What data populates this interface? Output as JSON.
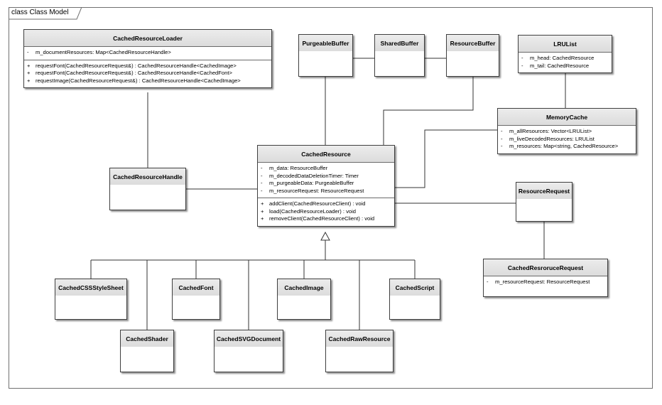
{
  "frame": {
    "title": "class Class Model"
  },
  "classes": {
    "loader": {
      "name": "CachedResourceLoader",
      "attributes": [
        {
          "vis": "-",
          "text": "m_documentResources:  Map<CachedResourceHandle>"
        }
      ],
      "operations": [
        {
          "vis": "+",
          "text": "requestFont(CachedResourceRequest&) : CachedResourceHandle<CachedImage>"
        },
        {
          "vis": "+",
          "text": "requestFont(CachedResourceRequest&) : CachedResourceHandle<CachedFont>"
        },
        {
          "vis": "+",
          "text": "requestImage(CachedResourceRequest&) : CachedResourceHandle<CachedImage>"
        }
      ]
    },
    "purgeable": {
      "name": "PurgeableBuffer"
    },
    "shared": {
      "name": "SharedBuffer"
    },
    "resbuffer": {
      "name": "ResourceBuffer"
    },
    "lrulist": {
      "name": "LRUList",
      "attributes": [
        {
          "vis": "-",
          "text": "m_head:  CachedResource"
        },
        {
          "vis": "-",
          "text": "m_tail:  CachedResource"
        }
      ]
    },
    "memcache": {
      "name": "MemoryCache",
      "attributes": [
        {
          "vis": "-",
          "text": "m_allResources:  Vector<LRUList>"
        },
        {
          "vis": "-",
          "text": "m_liveDecodedResources:  LRUList"
        },
        {
          "vis": "-",
          "text": "m_resources:  Map<string, CachedResource>"
        }
      ]
    },
    "handle": {
      "name": "CachedResourceHandle"
    },
    "resource": {
      "name": "CachedResource",
      "attributes": [
        {
          "vis": "-",
          "text": "m_data:  ResourceBuffer"
        },
        {
          "vis": "-",
          "text": "m_decodedDataDeletionTimer:  Timer"
        },
        {
          "vis": "-",
          "text": "m_purgeableData:  PurgeableBuffer"
        },
        {
          "vis": "-",
          "text": "m_resourceRequest:  ResourceRequest"
        }
      ],
      "operations": [
        {
          "vis": "+",
          "text": "addClient(CachedResourceClient) : void"
        },
        {
          "vis": "+",
          "text": "load(CachedResourceLoader) : void"
        },
        {
          "vis": "+",
          "text": "removeClient(CachedResourceClient) : void"
        }
      ]
    },
    "request": {
      "name": "ResourceRequest"
    },
    "cachedrequest": {
      "name": "CachedResroruceRequest",
      "attributes": [
        {
          "vis": "-",
          "text": "m_resourceRequest:  ResourceRequest"
        }
      ]
    },
    "css": {
      "name": "CachedCSSStyleSheet"
    },
    "font": {
      "name": "CachedFont"
    },
    "image": {
      "name": "CachedImage"
    },
    "script": {
      "name": "CachedScript"
    },
    "shader": {
      "name": "CachedShader"
    },
    "svg": {
      "name": "CachedSVGDocument"
    },
    "raw": {
      "name": "CachedRawResource"
    }
  }
}
